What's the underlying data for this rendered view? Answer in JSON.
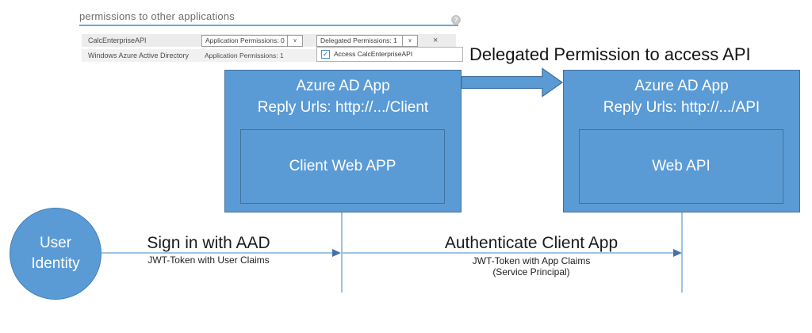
{
  "portal": {
    "header": "permissions to other applications",
    "rows": [
      {
        "name": "CalcEnterpriseAPI",
        "app_permissions": "Application Permissions: 0",
        "delegated_permissions": "Delegated Permissions: 1"
      },
      {
        "name": "Windows Azure Active Directory",
        "app_permissions": "Application Permissions: 1"
      }
    ],
    "dropdown_open": {
      "option": "Access CalcEnterpriseAPI",
      "checked": true
    }
  },
  "diagram": {
    "title": "Delegated Permission to access API",
    "client_box": {
      "line1": "Azure AD App",
      "line2": "Reply Urls: http://.../Client",
      "inner": "Client Web APP"
    },
    "api_box": {
      "line1": "Azure AD App",
      "line2": "Reply Urls: http://.../API",
      "inner": "Web API"
    },
    "user": {
      "line1": "User",
      "line2": "Identity"
    },
    "flow1": {
      "label": "Sign in with AAD",
      "sublabel": "JWT-Token with User Claims"
    },
    "flow2": {
      "label": "Authenticate Client App",
      "sublabel": "JWT-Token with App Claims",
      "sublabel2": "(Service Principal)"
    }
  },
  "icons": {
    "help": "?",
    "chevron": "∨",
    "close": "×",
    "check": "✓"
  },
  "colors": {
    "box_fill": "#5b9bd5",
    "box_border": "#41719c",
    "vertical_line": "#9cc2e5",
    "horizontal_line": "#7fb2de",
    "arrowhead": "#4472a8",
    "header_underline": "#72a4d0"
  }
}
